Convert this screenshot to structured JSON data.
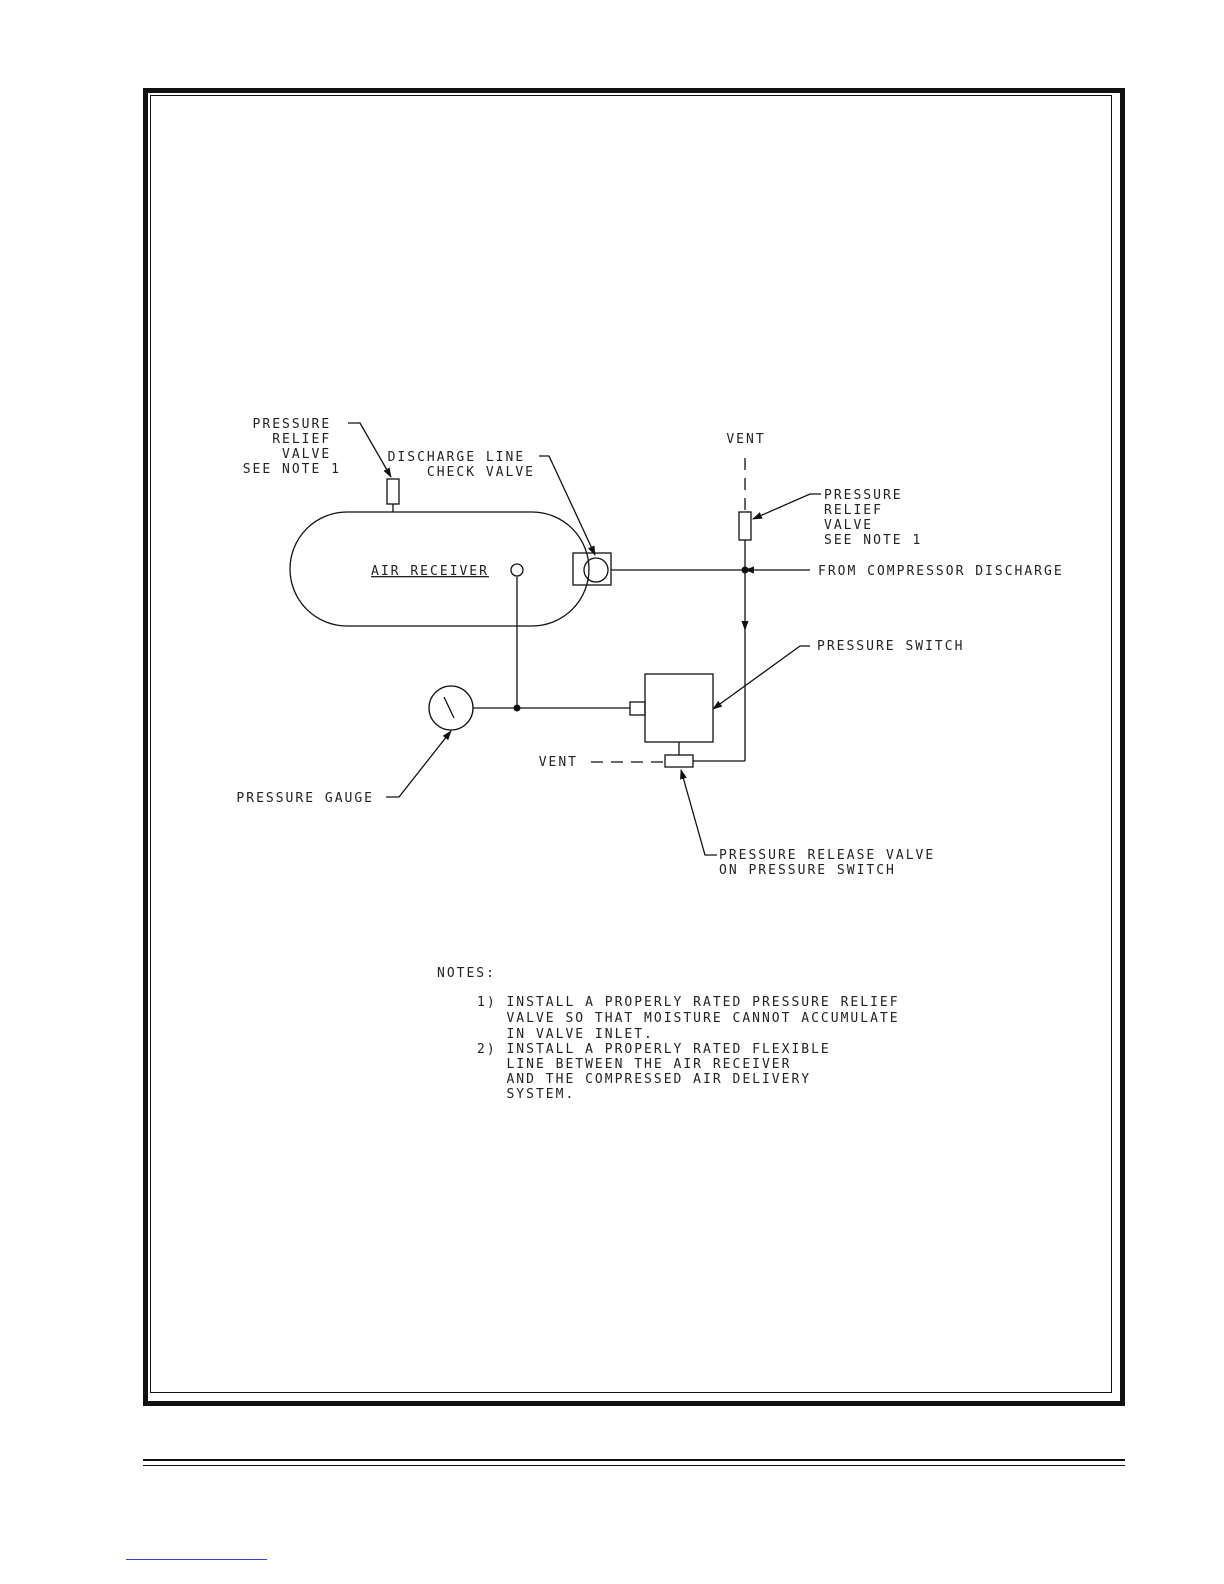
{
  "labels": {
    "relief_valve_left": [
      "PRESSURE",
      "RELIEF",
      "VALVE",
      "SEE NOTE 1"
    ],
    "check_valve": [
      "DISCHARGE LINE",
      "CHECK VALVE"
    ],
    "vent_top": "VENT",
    "relief_valve_right": [
      "PRESSURE",
      "RELIEF",
      "VALVE",
      "SEE NOTE 1"
    ],
    "air_receiver": "AIR RECEIVER",
    "from_compressor": "FROM COMPRESSOR DISCHARGE",
    "pressure_switch": "PRESSURE SWITCH",
    "vent_bottom": "VENT",
    "pressure_gauge": "PRESSURE GAUGE",
    "release_valve": [
      "PRESSURE RELEASE VALVE",
      "ON PRESSURE SWITCH"
    ]
  },
  "notes": {
    "heading": "NOTES:",
    "items": [
      [
        "1) INSTALL A PROPERLY RATED PRESSURE RELIEF",
        "   VALVE SO THAT MOISTURE CANNOT ACCUMULATE",
        "   IN VALVE INLET."
      ],
      [
        "2) INSTALL A PROPERLY RATED FLEXIBLE",
        "   LINE BETWEEN THE AIR RECEIVER",
        "   AND THE COMPRESSED AIR DELIVERY",
        "   SYSTEM."
      ]
    ]
  }
}
